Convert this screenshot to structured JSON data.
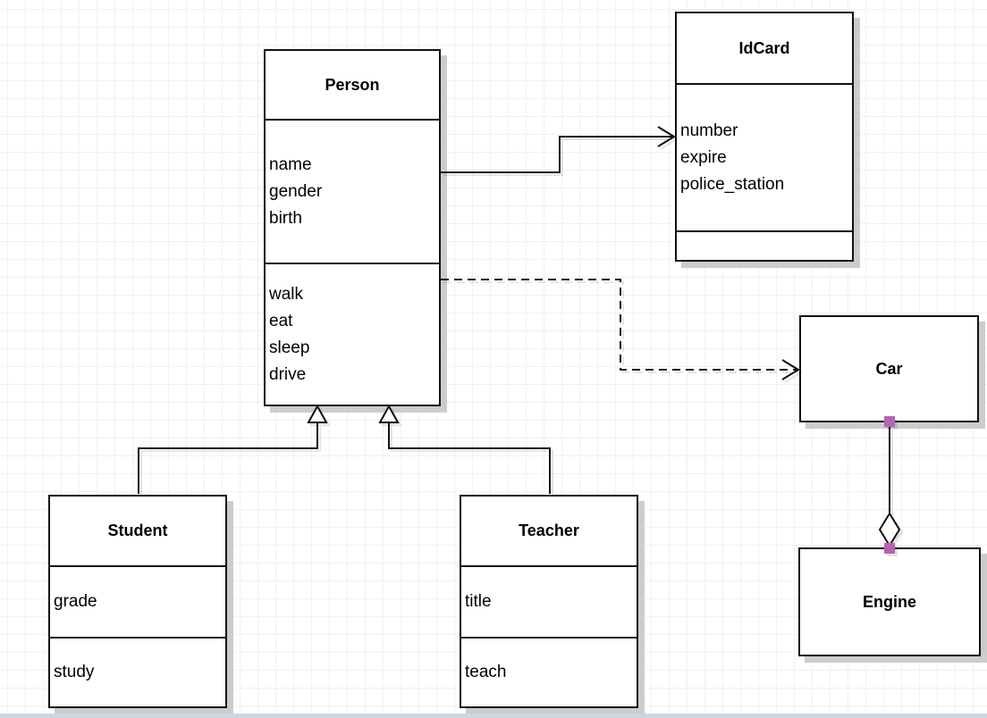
{
  "diagram": {
    "type": "uml-class-diagram",
    "background": "#ffffff",
    "grid_color": "#f1f1f4"
  },
  "colors": {
    "line": "#111111",
    "endpoint_handle": "#b464b2",
    "box_shadow": "#cccccc"
  },
  "classes": {
    "person": {
      "title": "Person",
      "attributes": [
        "name",
        "gender",
        "birth"
      ],
      "methods": [
        "walk",
        "eat",
        "sleep",
        "drive"
      ]
    },
    "idcard": {
      "title": "IdCard",
      "attributes": [
        "number",
        "expire",
        "police_station"
      ],
      "methods": []
    },
    "car": {
      "title": "Car",
      "attributes": [],
      "methods": []
    },
    "engine": {
      "title": "Engine",
      "attributes": [],
      "methods": []
    },
    "student": {
      "title": "Student",
      "attributes": [
        "grade"
      ],
      "methods": [
        "study"
      ]
    },
    "teacher": {
      "title": "Teacher",
      "attributes": [
        "title"
      ],
      "methods": [
        "teach"
      ]
    }
  },
  "relationships": [
    {
      "from": "Person",
      "to": "IdCard",
      "type": "association",
      "line": "solid",
      "arrowhead": "open"
    },
    {
      "from": "Person",
      "to": "Car",
      "type": "dependency",
      "line": "dashed",
      "arrowhead": "open"
    },
    {
      "from": "Student",
      "to": "Person",
      "type": "generalization",
      "line": "solid",
      "arrowhead": "hollow-triangle"
    },
    {
      "from": "Teacher",
      "to": "Person",
      "type": "generalization",
      "line": "solid",
      "arrowhead": "hollow-triangle"
    },
    {
      "from": "Car",
      "to": "Engine",
      "type": "aggregation",
      "line": "solid",
      "arrowhead": "hollow-diamond"
    }
  ]
}
